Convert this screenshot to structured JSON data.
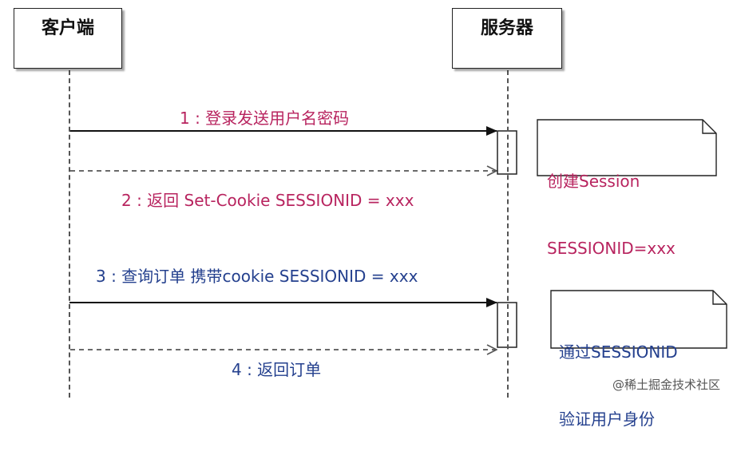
{
  "participants": {
    "client": "客户端",
    "server": "服务器"
  },
  "messages": [
    {
      "label": "1 : 登录发送用户名密码",
      "color": "#b8245f"
    },
    {
      "label": "2 : 返回 Set-Cookie SESSIONID = xxx",
      "color": "#b8245f"
    },
    {
      "label": "3 : 查询订单 携带cookie SESSIONID = xxx",
      "color": "#24408e"
    },
    {
      "label": "4 : 返回订单",
      "color": "#24408e"
    }
  ],
  "notes": [
    {
      "line1": "创建Session",
      "line2": "SESSIONID=xxx",
      "color": "#b8245f"
    },
    {
      "line1": "通过SESSIONID",
      "line2": "验证用户身份",
      "color": "#24408e"
    }
  ],
  "watermark": "@稀土掘金技术社区"
}
